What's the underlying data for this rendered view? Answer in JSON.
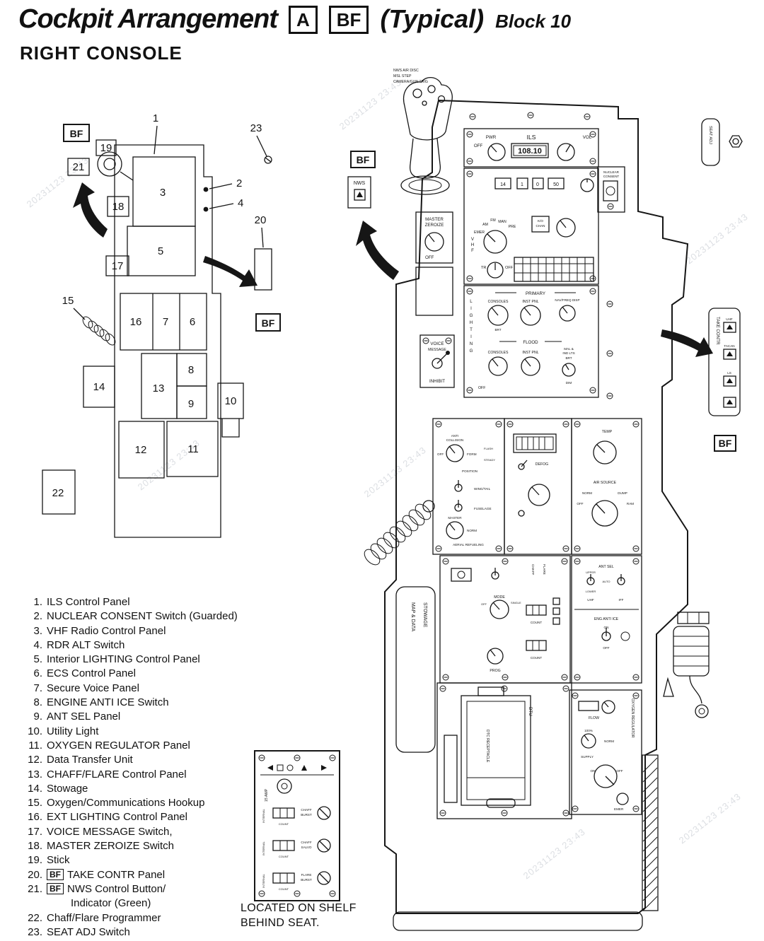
{
  "watermark": "20231123 23:43",
  "header": {
    "title": "Cockpit Arrangement",
    "badge_a": "A",
    "badge_bf": "BF",
    "typical": "(Typical)",
    "block": "Block 10",
    "subtitle": "RIGHT CONSOLE"
  },
  "schematic": {
    "bf_top": "BF",
    "bf_mid": "BF",
    "n1": "1",
    "n2": "2",
    "n3": "3",
    "n4": "4",
    "n5": "5",
    "n6": "6",
    "n7": "7",
    "n8": "8",
    "n9": "9",
    "n10": "10",
    "n11": "11",
    "n12": "12",
    "n13": "13",
    "n14": "14",
    "n15": "15",
    "n16": "16",
    "n17": "17",
    "n18": "18",
    "n19": "19",
    "n20": "20",
    "n21": "21",
    "n22": "22",
    "n23": "23"
  },
  "console": {
    "seat_adj": "SEAT ADJ",
    "bf_top": "BF",
    "bf_right": "BF",
    "nws": "NWS",
    "stick_note1": "NWS A/R DISC",
    "stick_note2": "MSL STEP",
    "stick_note3": "CAMERA/GUN TRIG",
    "mz1": "MASTER",
    "mz2": "ZEROIZE",
    "mz_off": "OFF",
    "ils": {
      "title": "ILS",
      "pwr": "PWR",
      "off": "OFF",
      "vol": "VOL",
      "freq": "108.10"
    },
    "nuc1": "NUCLEAR",
    "nuc2": "CONSENT",
    "comm": {
      "p1": "14",
      "p2": "1",
      "p3": "0",
      "p4": "50",
      "emer": "EMER",
      "am": "AM",
      "fm": "FM",
      "man": "MAN",
      "pre": "PRE",
      "v": "V",
      "h": "H",
      "f": "F",
      "tr": "TR",
      "off": "OFF",
      "ko": "K/O",
      "chan": "CHAN"
    },
    "lt": {
      "l1": "L",
      "l2": "I",
      "l3": "G",
      "l4": "H",
      "l5": "T",
      "l6": "I",
      "l7": "N",
      "l8": "G",
      "primary": "PRIMARY",
      "consoles": "CONSOLES",
      "inst": "INST PNL",
      "nav": "NAV/FREQ DISP",
      "brt": "BRT",
      "flood": "FLOOD",
      "consoles2": "CONSOLES",
      "inst2": "INST PNL",
      "mal1": "MAL &",
      "mal2": "IND LTS",
      "brt2": "BRT",
      "dim": "DIM",
      "off": "OFF"
    },
    "vm1": "VOICE",
    "vm2": "MESSAGE",
    "vm_inhibit": "INHIBIT",
    "ext": {
      "anti": "ANTI",
      "coll": "COLLISION",
      "off": "OFF",
      "form": "FORM",
      "flash": "FLASH",
      "steady": "STEADY",
      "position": "POSITION",
      "wing": "WING/TAIL",
      "fus": "FUSELAGE",
      "master": "MASTER",
      "norm": "NORM",
      "aerial": "AERIAL REFUELING"
    },
    "ecs": {
      "defog": "DEFOG",
      "temp": "TEMP",
      "air": "AIR SOURCE",
      "norm": "NORM",
      "dump": "DUMP",
      "off": "OFF",
      "ram": "RAM"
    },
    "cf": {
      "chaff": "CHAFF",
      "flare": "FLARE",
      "mode": "MODE",
      "off": "OFF",
      "single": "SINGLE",
      "count1": "COUNT",
      "count2": "COUNT",
      "prog": "PROG"
    },
    "ant": {
      "title": "ANT SEL",
      "upper": "UPPER",
      "lower": "LOWER",
      "auto": "AUTO",
      "uhf": "UHF",
      "iff": "IFF",
      "eng": "ENG ANTI ICE",
      "on": "ON",
      "off": "OFF"
    },
    "dtu": {
      "title": "DTU",
      "dtc": "DTC RECEPTACLE"
    },
    "oxy": {
      "title": "OXYGEN REGULATOR",
      "flow": "FLOW",
      "pct": "100%",
      "norm": "NORM",
      "supply": "SUPPLY",
      "on": "ON",
      "off": "OFF",
      "emer": "EMER"
    },
    "map1": "MAP & DATA",
    "map2": "STOWAGE",
    "tc": {
      "title": "TAKE CONTR",
      "uhf": "UHF",
      "tacan": "TACAN",
      "ls": "LS"
    }
  },
  "shelf": {
    "amp": "15 AMP",
    "rows": [
      {
        "internal": "INTERNAL",
        "l1": "CHAFF",
        "l2": "BURST",
        "count": "COUNT"
      },
      {
        "internal": "INTERNAL",
        "l1": "CHAFF",
        "l2": "SALVO",
        "count": "COUNT"
      },
      {
        "internal": "INTERNAL",
        "l1": "FLARE",
        "l2": "BURST",
        "count": "COUNT"
      }
    ],
    "caption1": "LOCATED ON SHELF",
    "caption2": "BEHIND SEAT."
  },
  "legend": {
    "items": [
      {
        "num": "1.",
        "text": "ILS Control Panel"
      },
      {
        "num": "2.",
        "text": "NUCLEAR CONSENT Switch (Guarded)"
      },
      {
        "num": "3.",
        "text": "VHF Radio Control Panel"
      },
      {
        "num": "4.",
        "text": "RDR ALT Switch"
      },
      {
        "num": "5.",
        "text": "Interior LIGHTING Control Panel"
      },
      {
        "num": "6.",
        "text": "ECS Control Panel"
      },
      {
        "num": "7.",
        "text": "Secure Voice Panel"
      },
      {
        "num": "8.",
        "text": "ENGINE ANTI ICE Switch"
      },
      {
        "num": "9.",
        "text": "ANT SEL Panel"
      },
      {
        "num": "10.",
        "text": "Utility Light"
      },
      {
        "num": "11.",
        "text": "OXYGEN REGULATOR Panel"
      },
      {
        "num": "12.",
        "text": "Data Transfer Unit"
      },
      {
        "num": "13.",
        "text": "CHAFF/FLARE Control Panel"
      },
      {
        "num": "14.",
        "text": "Stowage"
      },
      {
        "num": "15.",
        "text": "Oxygen/Communications Hookup"
      },
      {
        "num": "16.",
        "text": "EXT LIGHTING Control Panel"
      },
      {
        "num": "17.",
        "text": "VOICE MESSAGE Switch,"
      },
      {
        "num": "18.",
        "text": "MASTER ZEROIZE Switch"
      },
      {
        "num": "19.",
        "text": "Stick"
      },
      {
        "num": "20.",
        "bf": "BF",
        "text": "TAKE CONTR Panel"
      },
      {
        "num": "21.",
        "bf": "BF",
        "text": "NWS Control Button/",
        "text2": "Indicator (Green)"
      },
      {
        "num": "22.",
        "text": "Chaff/Flare Programmer"
      },
      {
        "num": "23.",
        "text": "SEAT ADJ Switch"
      }
    ]
  }
}
